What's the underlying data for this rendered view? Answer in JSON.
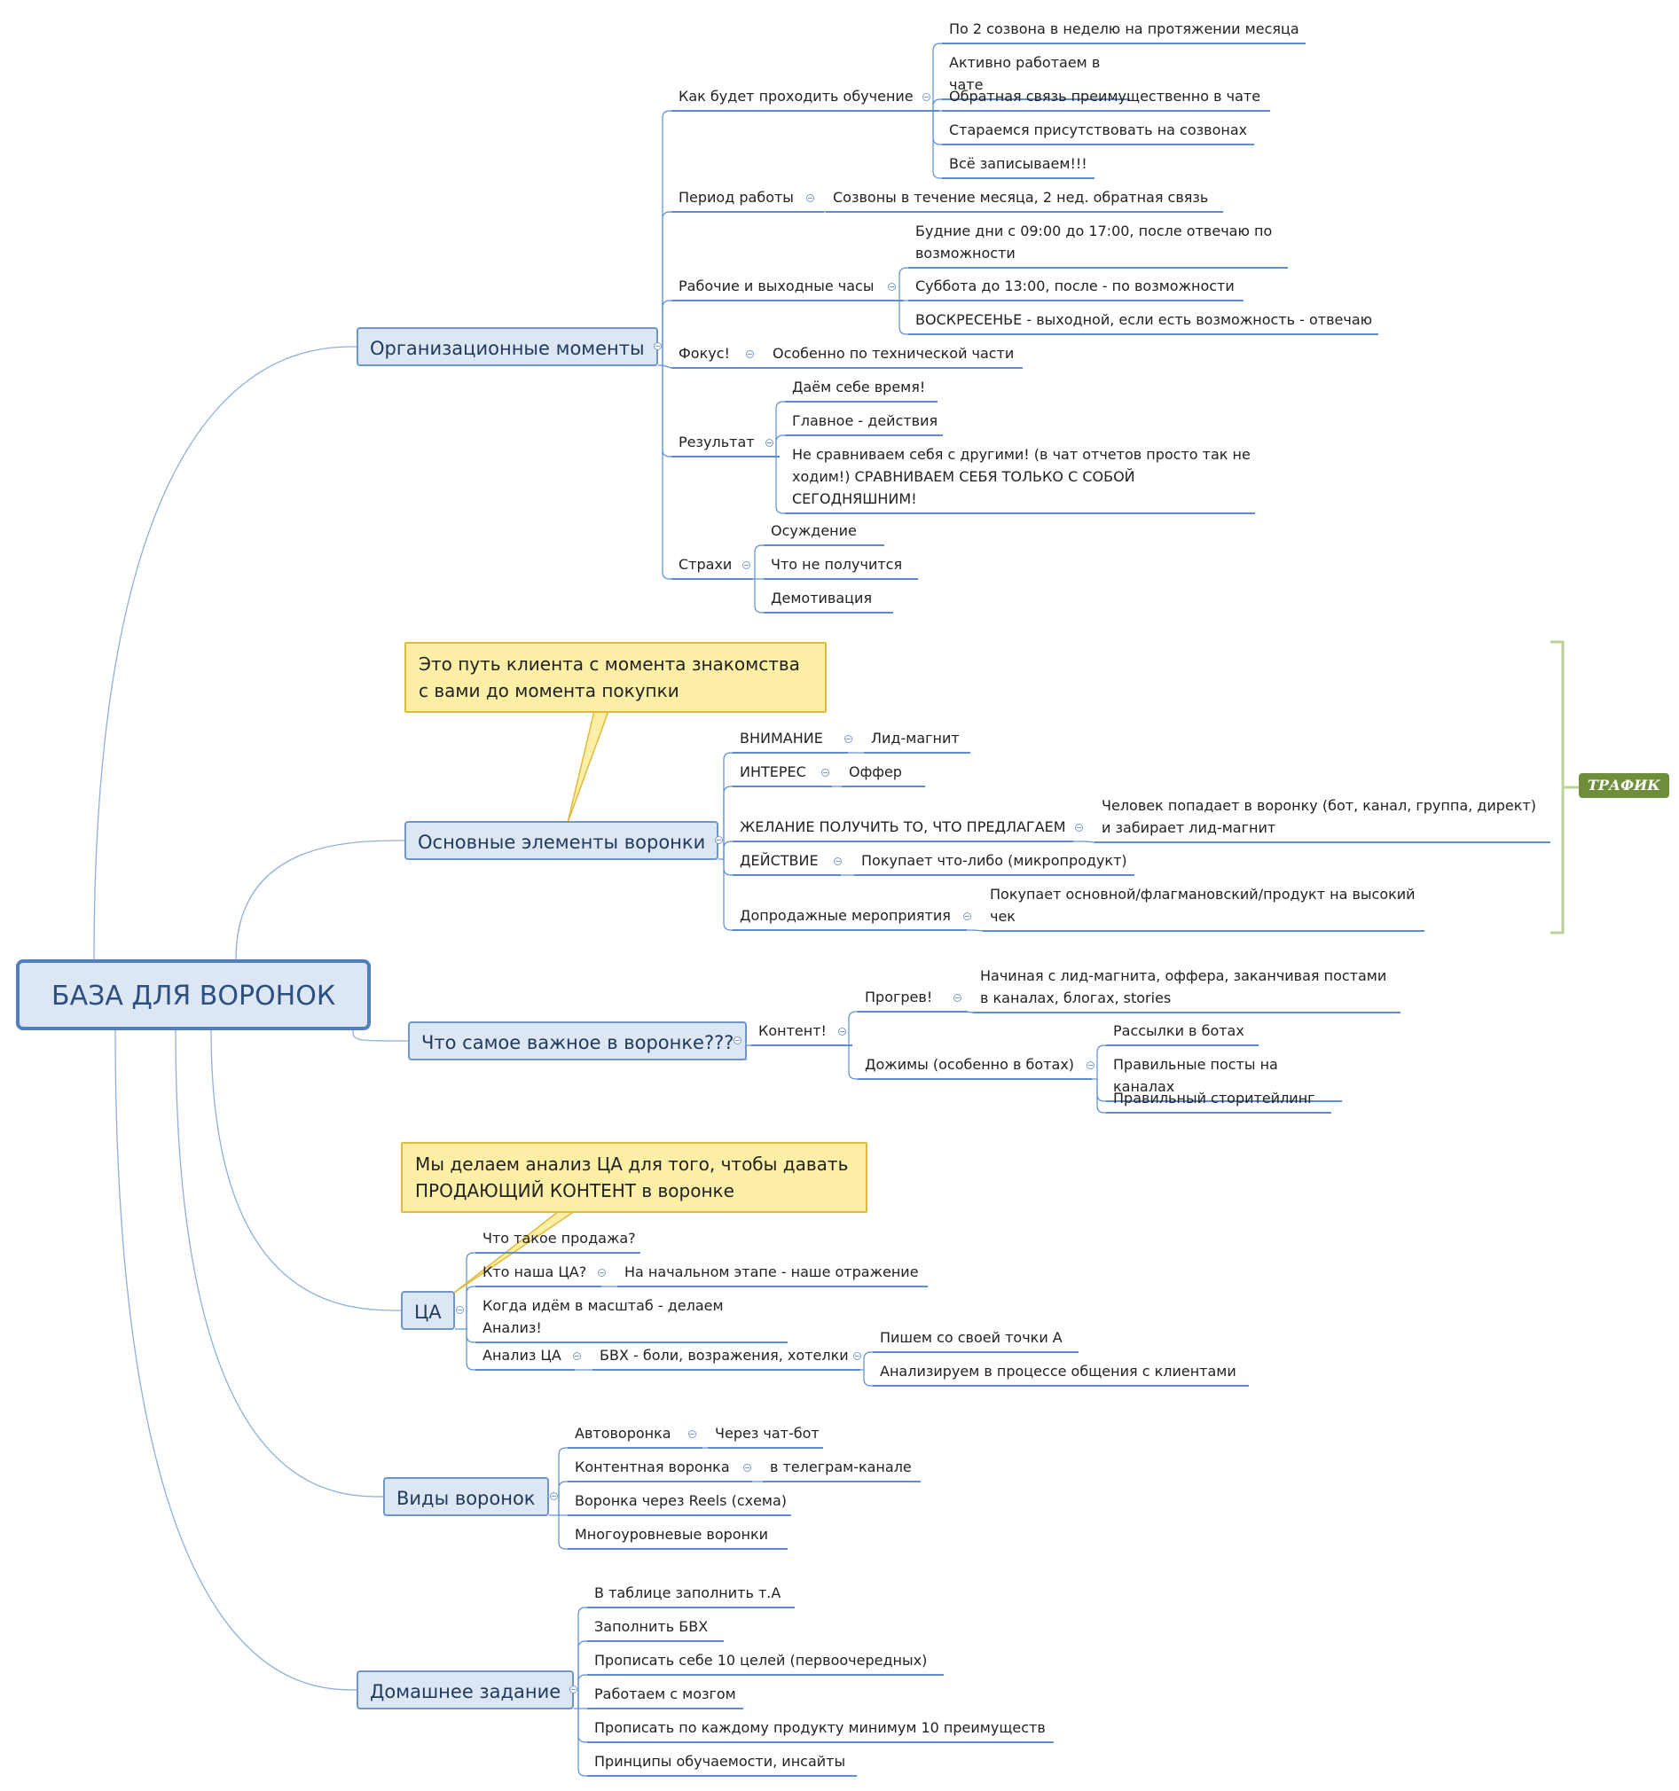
{
  "root": {
    "label": "БАЗА ДЛЯ ВОРОНОК"
  },
  "org": {
    "label": "Организационные моменты",
    "training": {
      "label": "Как будет проходить обучение",
      "items": [
        "По 2 созвона в неделю на протяжении месяца",
        "Активно работаем в чате",
        "Обратная связь преимущественно в чате",
        "Стараемся присутствовать на созвонах",
        "Всё записываем!!!"
      ]
    },
    "period": {
      "label": "Период работы",
      "item": "Созвоны в течение месяца, 2 нед. обратная связь"
    },
    "hours": {
      "label": "Рабочие и выходные часы",
      "items": [
        "Будние дни с 09:00 до 17:00, после отвечаю по возможности",
        "Суббота до 13:00, после - по возможности",
        "ВОСКРЕСЕНЬЕ - выходной, если есть возможность - отвечаю"
      ]
    },
    "focus": {
      "label": "Фокус!",
      "item": "Особенно по технической части"
    },
    "result": {
      "label": "Результат",
      "items": [
        "Даём себе время!",
        "Главное - действия",
        "Не сравниваем себя с другими! (в чат отчетов просто так не ходим!) СРАВНИВАЕМ СЕБЯ ТОЛЬКО С СОБОЙ СЕГОДНЯШНИМ!"
      ]
    },
    "fears": {
      "label": "Страхи",
      "items": [
        "Осуждение",
        "Что не получится",
        "Демотивация"
      ]
    }
  },
  "funnel": {
    "label": "Основные элементы воронки",
    "callout": "Это путь клиента с момента знакомства с вами до момента покупки",
    "attention": {
      "label": "ВНИМАНИЕ",
      "item": "Лид-магнит"
    },
    "interest": {
      "label": "ИНТЕРЕС",
      "item": "Оффер"
    },
    "desire": {
      "label": "ЖЕЛАНИЕ ПОЛУЧИТЬ ТО, ЧТО ПРЕДЛАГАЕМ",
      "item": "Человек попадает в воронку (бот, канал, группа, директ) и забирает лид-магнит"
    },
    "action": {
      "label": "ДЕЙСТВИЕ",
      "item": "Покупает что-либо (микропродукт)"
    },
    "upsell": {
      "label": "Допродажные мероприятия",
      "item": "Покупает основной/флагмановский/продукт на высокий чек"
    },
    "bracket_label": "ТРАФИК"
  },
  "important": {
    "label": "Что самое важное в воронке???",
    "content": {
      "label": "Контент!",
      "warmup": {
        "label": "Прогрев!",
        "item": "Начиная с лид-магнита, оффера, заканчивая постами в каналах, блогах, stories"
      },
      "push": {
        "label": "Дожимы (особенно в ботах)",
        "items": [
          "Рассылки в ботах",
          "Правильные посты на каналах",
          "Правильный сторитейлинг"
        ]
      }
    }
  },
  "ta": {
    "label": "ЦА",
    "callout": "Мы делаем анализ ЦА для того, чтобы давать ПРОДАЮЩИЙ КОНТЕНТ в воронке",
    "what_sale": "Что такое продажа?",
    "who": {
      "label": "Кто наша ЦА?",
      "item": "На начальном этапе - наше отражение"
    },
    "scale": "Когда идём в масштаб - делаем Анализ!",
    "analysis": {
      "label": "Анализ ЦА",
      "bvh": {
        "label": "БВХ - боли, возражения, хотелки",
        "items": [
          "Пишем со своей точки А",
          "Анализируем в процессе общения с клиентами"
        ]
      }
    }
  },
  "types": {
    "label": "Виды воронок",
    "auto": {
      "label": "Автоворонка",
      "item": "Через чат-бот"
    },
    "contentf": {
      "label": "Контентная воронка",
      "item": "в телеграм-канале"
    },
    "reels": "Воронка через Reels (схема)",
    "multi": "Многоуровневые воронки"
  },
  "homework": {
    "label": "Домашнее задание",
    "items": [
      "В таблице заполнить т.А",
      "Заполнить БВХ",
      "Прописать себе 10 целей (первоочередных)",
      "Работаем с мозгом",
      "Прописать по каждому продукту минимум 10 преимуществ",
      "Принципы обучаемости, инсайты"
    ]
  },
  "colors": {
    "line": "#5b8ed1",
    "topic_fill": "#dde7f4",
    "callout_fill": "#fdf0a6",
    "bracket": "#b9d394",
    "badge": "#6f8e39"
  }
}
